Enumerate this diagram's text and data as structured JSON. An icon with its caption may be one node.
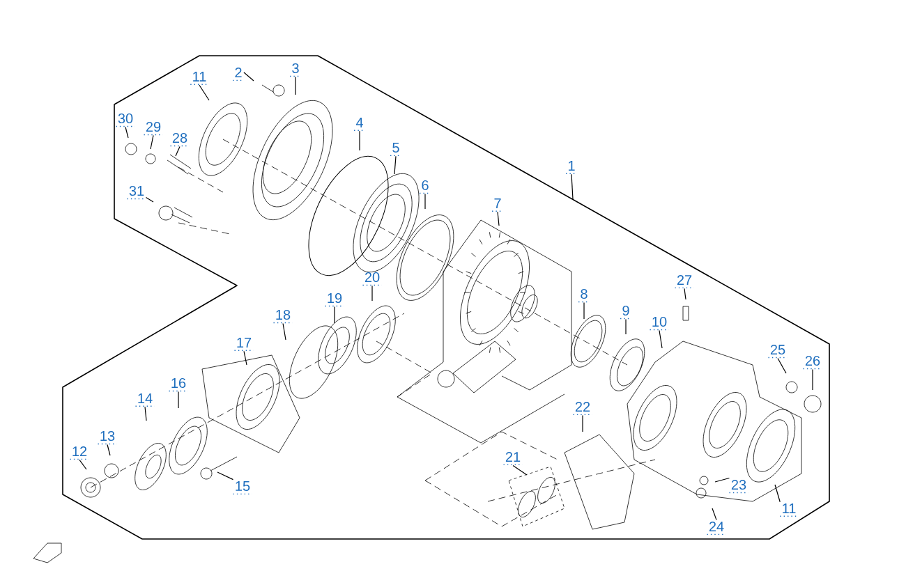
{
  "diagram": {
    "nodes": [
      {
        "text": [
          "3"
        ]
      },
      {
        "text": [
          "2"
        ]
      },
      {
        "text": [
          "11"
        ]
      },
      {
        "text": [
          "30"
        ]
      },
      {
        "text": [
          "4"
        ]
      },
      {
        "text": [
          "29"
        ]
      },
      {
        "text": [
          "28"
        ]
      },
      {
        "text": [
          "5"
        ]
      },
      {
        "text": [
          "1"
        ]
      },
      {
        "text": [
          "6"
        ]
      },
      {
        "text": [
          "31"
        ]
      },
      {
        "text": [
          "7"
        ]
      },
      {
        "text": [
          "20"
        ]
      },
      {
        "text": [
          "27"
        ]
      },
      {
        "text": [
          "8"
        ]
      },
      {
        "text": [
          "19"
        ]
      },
      {
        "text": [
          "9"
        ]
      },
      {
        "text": [
          "18"
        ]
      },
      {
        "text": [
          "10"
        ]
      },
      {
        "text": [
          "17"
        ]
      },
      {
        "text": [
          "25"
        ]
      },
      {
        "text": [
          "26"
        ]
      },
      {
        "text": [
          "16"
        ]
      },
      {
        "text": [
          "14"
        ]
      },
      {
        "text": [
          "22"
        ]
      },
      {
        "text": [
          "13"
        ]
      },
      {
        "text": [
          "12"
        ]
      },
      {
        "text": [
          "21"
        ]
      },
      {
        "text": [
          "15"
        ]
      },
      {
        "text": [
          "23"
        ]
      },
      {
        "text": [
          "11"
        ]
      },
      {
        "text": [
          "24"
        ]
      }
    ],
    "edges": [
      {
        "from": 0,
        "to": null,
        "arrow": "none"
      },
      {
        "from": 1,
        "to": null,
        "arrow": "none"
      },
      {
        "from": 2,
        "to": null,
        "arrow": "none"
      },
      {
        "from": 3,
        "to": null,
        "arrow": "none"
      },
      {
        "from": 4,
        "to": null,
        "arrow": "none"
      },
      {
        "from": 5,
        "to": null,
        "arrow": "none"
      },
      {
        "from": 6,
        "to": null,
        "arrow": "none"
      },
      {
        "from": 7,
        "to": null,
        "arrow": "none"
      },
      {
        "from": 8,
        "to": null,
        "arrow": "none"
      },
      {
        "from": 9,
        "to": null,
        "arrow": "none"
      },
      {
        "from": 10,
        "to": null,
        "arrow": "none"
      },
      {
        "from": 11,
        "to": null,
        "arrow": "none"
      },
      {
        "from": 12,
        "to": null,
        "arrow": "none"
      },
      {
        "from": 13,
        "to": null,
        "arrow": "none"
      },
      {
        "from": 14,
        "to": null,
        "arrow": "none"
      },
      {
        "from": 15,
        "to": null,
        "arrow": "none"
      },
      {
        "from": 16,
        "to": null,
        "arrow": "none"
      },
      {
        "from": 17,
        "to": null,
        "arrow": "none"
      },
      {
        "from": 18,
        "to": null,
        "arrow": "none"
      },
      {
        "from": 19,
        "to": null,
        "arrow": "none"
      },
      {
        "from": 20,
        "to": null,
        "arrow": "none"
      },
      {
        "from": 21,
        "to": null,
        "arrow": "none"
      },
      {
        "from": 22,
        "to": null,
        "arrow": "none"
      },
      {
        "from": 23,
        "to": null,
        "arrow": "none"
      },
      {
        "from": 24,
        "to": null,
        "arrow": "none"
      },
      {
        "from": 25,
        "to": null,
        "arrow": "none"
      },
      {
        "from": 26,
        "to": null,
        "arrow": "none"
      },
      {
        "from": 27,
        "to": null,
        "arrow": "none"
      },
      {
        "from": 28,
        "to": null,
        "arrow": "none"
      },
      {
        "from": 29,
        "to": null,
        "arrow": "none"
      },
      {
        "from": 30,
        "to": null,
        "arrow": "none"
      },
      {
        "from": 31,
        "to": null,
        "arrow": "none"
      }
    ]
  }
}
